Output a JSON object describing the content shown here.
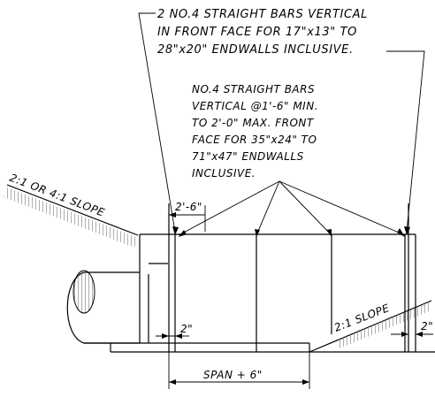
{
  "notes": {
    "face_bars": [
      "2 NO.4 STRAIGHT BARS VERTICAL",
      "IN FRONT FACE FOR 17\"x13\" TO",
      "28\"x20\" ENDWALLS INCLUSIVE."
    ],
    "spaced_bars": [
      "NO.4 STRAIGHT BARS",
      "VERTICAL @1'-6\" MIN.",
      "TO 2'-0\" MAX. FRONT",
      "FACE FOR 35\"x24\" TO",
      "71\"x47\" ENDWALLS",
      "INCLUSIVE."
    ]
  },
  "labels": {
    "slope_left": "2:1 OR 4:1 SLOPE",
    "slope_right": "2:1 SLOPE",
    "dim_top": "2'-6\"",
    "dim_left": "2\"",
    "dim_right": "2\"",
    "dim_span": "SPAN + 6\""
  }
}
